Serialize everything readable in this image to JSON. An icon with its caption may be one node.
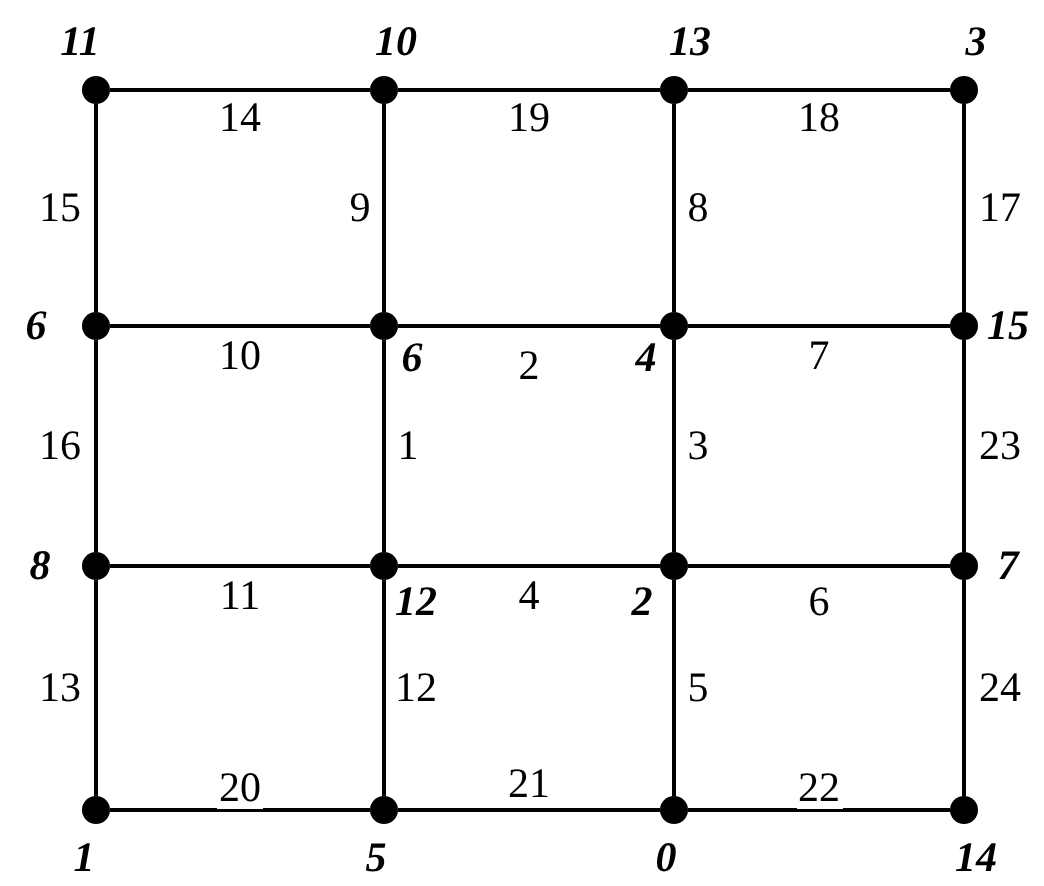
{
  "diagram": {
    "nodes": [
      {
        "text": [],
        "shape": "circle",
        "beside": [
          "11"
        ]
      },
      {
        "text": [],
        "shape": "circle",
        "beside": [
          "10"
        ]
      },
      {
        "text": [],
        "shape": "circle",
        "beside": [
          "13"
        ]
      },
      {
        "text": [],
        "shape": "circle",
        "beside": [
          "3"
        ]
      },
      {
        "text": [],
        "shape": "circle",
        "beside": [
          "6"
        ]
      },
      {
        "text": [],
        "shape": "circle",
        "beside": [
          "6"
        ]
      },
      {
        "text": [],
        "shape": "circle",
        "beside": [
          "4"
        ]
      },
      {
        "text": [],
        "shape": "circle",
        "beside": [
          "15"
        ]
      },
      {
        "text": [],
        "shape": "circle",
        "beside": [
          "8"
        ]
      },
      {
        "text": [],
        "shape": "circle",
        "beside": [
          "12"
        ]
      },
      {
        "text": [],
        "shape": "circle",
        "beside": [
          "2"
        ]
      },
      {
        "text": [],
        "shape": "circle",
        "beside": [
          "7"
        ]
      },
      {
        "text": [],
        "shape": "circle",
        "beside": [
          "1"
        ]
      },
      {
        "text": [],
        "shape": "circle",
        "beside": [
          "5"
        ]
      },
      {
        "text": [],
        "shape": "circle",
        "beside": [
          "0"
        ]
      },
      {
        "text": [],
        "shape": "circle",
        "beside": [
          "14"
        ]
      }
    ],
    "edges": [
      {
        "from": 0,
        "to": 1,
        "arrow": "none",
        "label": "14"
      },
      {
        "from": 1,
        "to": 2,
        "arrow": "none",
        "label": "19"
      },
      {
        "from": 2,
        "to": 3,
        "arrow": "none",
        "label": "18"
      },
      {
        "from": 4,
        "to": 5,
        "arrow": "none",
        "label": "10"
      },
      {
        "from": 5,
        "to": 6,
        "arrow": "none",
        "label": "2"
      },
      {
        "from": 6,
        "to": 7,
        "arrow": "none",
        "label": "7"
      },
      {
        "from": 8,
        "to": 9,
        "arrow": "none",
        "label": "11"
      },
      {
        "from": 9,
        "to": 10,
        "arrow": "none",
        "label": "4"
      },
      {
        "from": 10,
        "to": 11,
        "arrow": "none",
        "label": "6"
      },
      {
        "from": 12,
        "to": 13,
        "arrow": "none",
        "label": "20"
      },
      {
        "from": 13,
        "to": 14,
        "arrow": "none",
        "label": "21"
      },
      {
        "from": 14,
        "to": 15,
        "arrow": "none",
        "label": "22"
      },
      {
        "from": 0,
        "to": 4,
        "arrow": "none",
        "label": "15"
      },
      {
        "from": 4,
        "to": 8,
        "arrow": "none",
        "label": "16"
      },
      {
        "from": 8,
        "to": 12,
        "arrow": "none",
        "label": "13"
      },
      {
        "from": 1,
        "to": 5,
        "arrow": "none",
        "label": "9"
      },
      {
        "from": 5,
        "to": 9,
        "arrow": "none",
        "label": "1"
      },
      {
        "from": 9,
        "to": 13,
        "arrow": "none",
        "label": "12"
      },
      {
        "from": 2,
        "to": 6,
        "arrow": "none",
        "label": "8"
      },
      {
        "from": 6,
        "to": 10,
        "arrow": "none",
        "label": "3"
      },
      {
        "from": 10,
        "to": 14,
        "arrow": "none",
        "label": "5"
      },
      {
        "from": 3,
        "to": 7,
        "arrow": "none",
        "label": "17"
      },
      {
        "from": 7,
        "to": 11,
        "arrow": "none",
        "label": "23"
      },
      {
        "from": 11,
        "to": 15,
        "arrow": "none",
        "label": "24"
      }
    ]
  }
}
